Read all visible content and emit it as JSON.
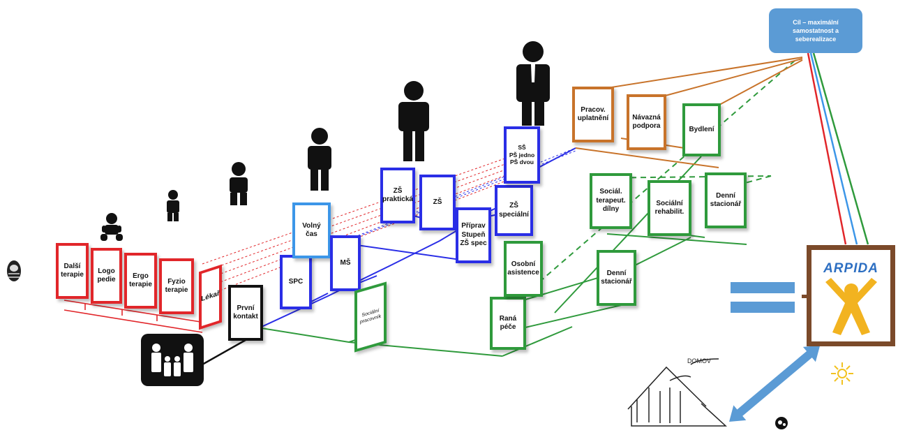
{
  "goal": {
    "text": "Cíl – maximální\nsamostatnost a\nseberealizace",
    "color": "#5b9bd5"
  },
  "logo": {
    "text": "ARPIDA",
    "text_color": "#2d6fc2",
    "figure_color": "#f2b320",
    "frame_color": "#7b4a2a"
  },
  "colors": {
    "red": "#e1262a",
    "blue": "#2a2ee6",
    "green": "#2f9a3c",
    "orange": "#c8732a",
    "black": "#111111",
    "light_blue": "#3c96e8"
  },
  "cards": {
    "dalsi_terapie": "Další\nterapie",
    "logopedie": "Logo\npedie",
    "ergoterapie": "Ergo\nterapie",
    "fyzioterapie": "Fyzio\nterapie",
    "lekar": "Lékař",
    "prvni_kontakt": "První\nkontakt",
    "spc": "SPC",
    "volny_cas": "Volný\nčas",
    "ms": "MŠ",
    "zs_prakticka": "ZŠ\npraktická",
    "zs": "ZŠ",
    "zs_specialni": "ZŠ\nspeciální",
    "priprav_stupen": "Příprav\nStupeň\nZŠ spec",
    "ss": "SŠ\nPŠ jedno\nPŠ dvou",
    "socialni_pracovnik": "Sociální\npracovník",
    "rana_pece": "Raná\npéče",
    "osobni_asistence": "Osobní\nasistence",
    "denni_stacionar_1": "Denní\nstacionář",
    "social_terapeut_dilny": "Sociál.\nterapeut.\ndílny",
    "socialni_rehabilit": "Sociální\nrehabilit.",
    "denni_stacionar_2": "Denní\nstacionář",
    "pracov_uplatneni": "Pracov.\nuplatnění",
    "navazna_podpora": "Návazná\npodpora",
    "bydleni": "Bydlení"
  },
  "house_caption": "DOMOV"
}
